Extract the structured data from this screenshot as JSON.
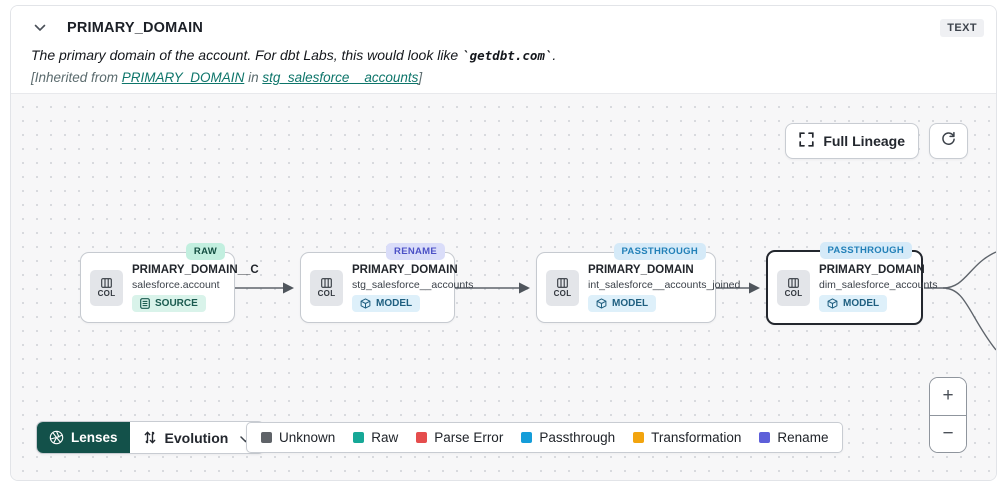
{
  "header": {
    "title": "PRIMARY_DOMAIN",
    "type_badge": "TEXT",
    "description": {
      "prefix": "The primary domain of the account. For dbt Labs, this would look like ",
      "code": "`getdbt.com`",
      "suffix": "."
    },
    "inherited": {
      "prefix": "[Inherited from ",
      "column_link": "PRIMARY_DOMAIN",
      "middle": " in ",
      "model_link": "stg_salesforce__accounts",
      "suffix": "]"
    }
  },
  "toolbar": {
    "full_lineage_label": "Full Lineage"
  },
  "nodes": [
    {
      "badge": "RAW",
      "title": "PRIMARY_DOMAIN__C",
      "subtitle": "salesforce.account",
      "type_label": "SOURCE",
      "col_label": "COL",
      "selected": false
    },
    {
      "badge": "RENAME",
      "title": "PRIMARY_DOMAIN",
      "subtitle": "stg_salesforce__accounts",
      "type_label": "MODEL",
      "col_label": "COL",
      "selected": false
    },
    {
      "badge": "PASSTHROUGH",
      "title": "PRIMARY_DOMAIN",
      "subtitle": "int_salesforce__accounts_joined",
      "type_label": "MODEL",
      "col_label": "COL",
      "selected": false
    },
    {
      "badge": "PASSTHROUGH",
      "title": "PRIMARY_DOMAIN",
      "subtitle": "dim_salesforce_accounts",
      "type_label": "MODEL",
      "col_label": "COL",
      "selected": true
    }
  ],
  "footer": {
    "lenses_label": "Lenses",
    "lens_selected": "Evolution",
    "legend": [
      {
        "label": "Unknown",
        "color": "#5F6368"
      },
      {
        "label": "Raw",
        "color": "#16A897"
      },
      {
        "label": "Parse Error",
        "color": "#E54D4D"
      },
      {
        "label": "Passthrough",
        "color": "#149DD9"
      },
      {
        "label": "Transformation",
        "color": "#F2A40E"
      },
      {
        "label": "Rename",
        "color": "#5D5FD9"
      }
    ]
  },
  "zoom": {
    "in_label": "+",
    "out_label": "−"
  },
  "colors": {
    "raw_badge_bg": "#C2EFDF",
    "raw_badge_fg": "#134E41",
    "rename_badge_bg": "#DADDF9",
    "rename_badge_fg": "#4C51C6",
    "passthrough_badge_bg": "#D5EAF8",
    "passthrough_badge_fg": "#2280B8",
    "source_chip_bg": "#D9F3EA",
    "model_chip_bg": "#DEF0FA",
    "lenses_button_bg": "#13514A",
    "link_teal": "#0D756A",
    "edge_stroke": "#5E646B",
    "canvas_bg": "#F7F7F8"
  }
}
